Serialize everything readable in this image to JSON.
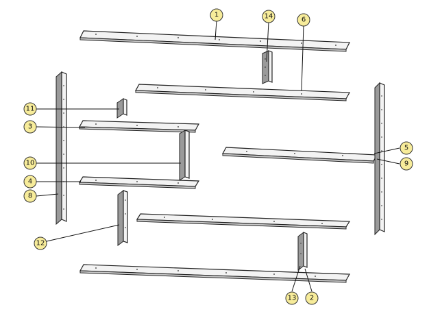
{
  "diagram": {
    "callouts": [
      {
        "id": "c1",
        "label": "1"
      },
      {
        "id": "c14",
        "label": "14"
      },
      {
        "id": "c6",
        "label": "6"
      },
      {
        "id": "c11",
        "label": "11"
      },
      {
        "id": "c3",
        "label": "3"
      },
      {
        "id": "c10",
        "label": "10"
      },
      {
        "id": "c4",
        "label": "4"
      },
      {
        "id": "c8",
        "label": "8"
      },
      {
        "id": "c5",
        "label": "5"
      },
      {
        "id": "c9",
        "label": "9"
      },
      {
        "id": "c12",
        "label": "12"
      },
      {
        "id": "c13",
        "label": "13"
      },
      {
        "id": "c2",
        "label": "2"
      }
    ]
  },
  "colors": {
    "callout_fill": "#f7ec9a",
    "board_top": "#f3f3f3",
    "board_side": "#9a9a9a",
    "line": "#111111"
  }
}
